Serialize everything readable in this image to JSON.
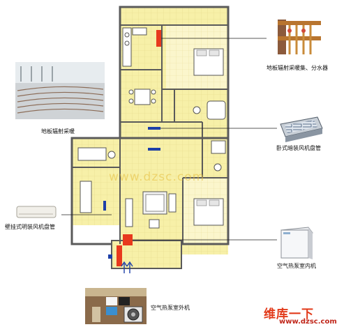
{
  "labels": {
    "floor_heating_photo": "地板辐射采暖",
    "manifold": "地板辐射采暖集、分水器",
    "concealed_fan_coil": "卧式暗装风机盘管",
    "wall_fan_coil": "壁挂式明装风机盘管",
    "indoor_unit": "空气热泵室内机",
    "outdoor_unit": "空气热泵室外机"
  },
  "watermark": {
    "brand_cn": "维库一下",
    "url": "www.dzsc.com",
    "site_faint": "www.dzsc.com"
  },
  "colors": {
    "accent_red": "#e8391d",
    "pipe_blue": "#1d3fa8",
    "wall": "#5a5a5a",
    "floor_grid": "#f7f0a8"
  }
}
